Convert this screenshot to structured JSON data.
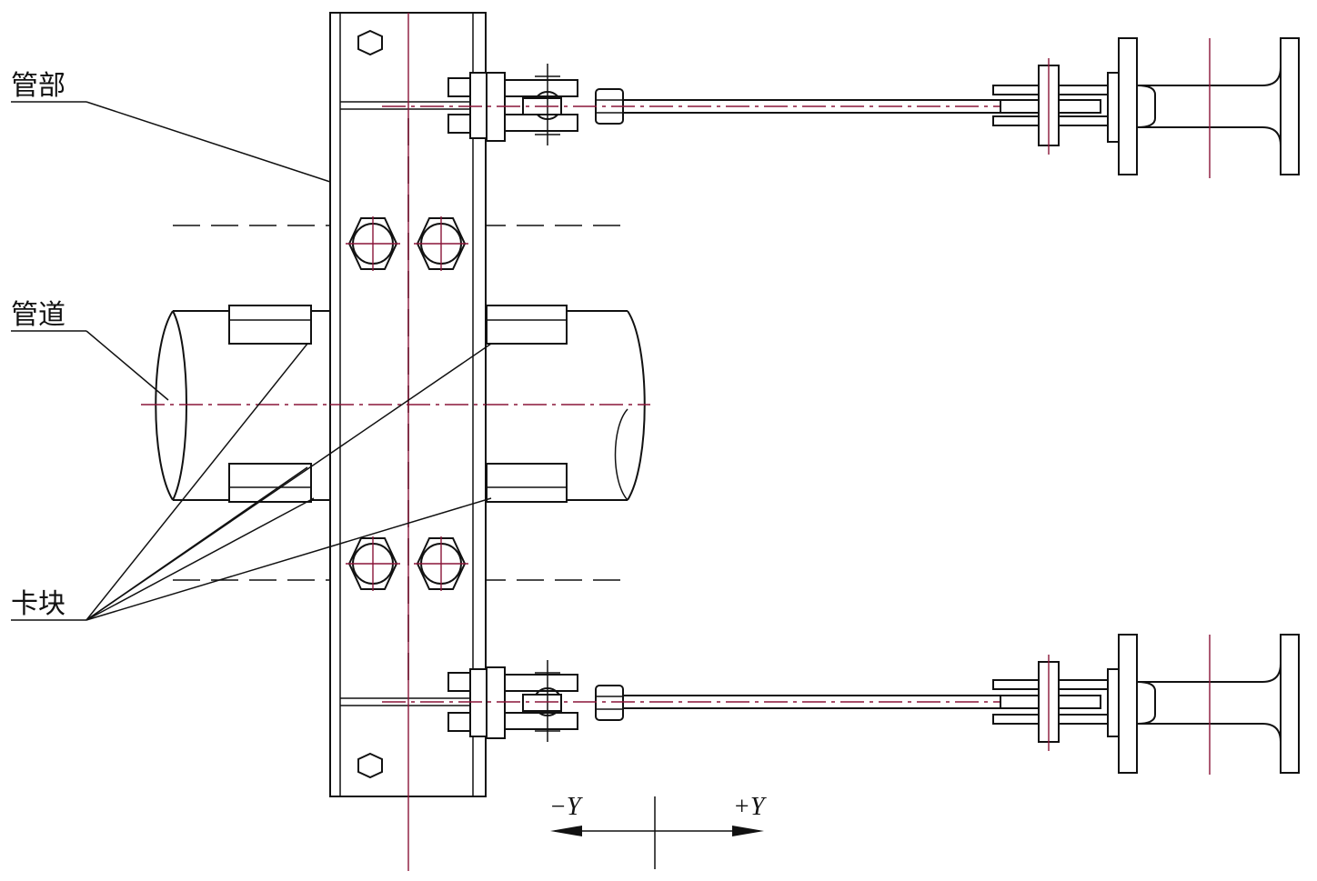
{
  "labels": {
    "pipe_support": "管部",
    "pipe": "管道",
    "clamp_block": "卡块"
  },
  "axis": {
    "negative": "−Y",
    "positive": "+Y"
  },
  "colors": {
    "line": "#111111",
    "centerline": "#8a1538"
  }
}
